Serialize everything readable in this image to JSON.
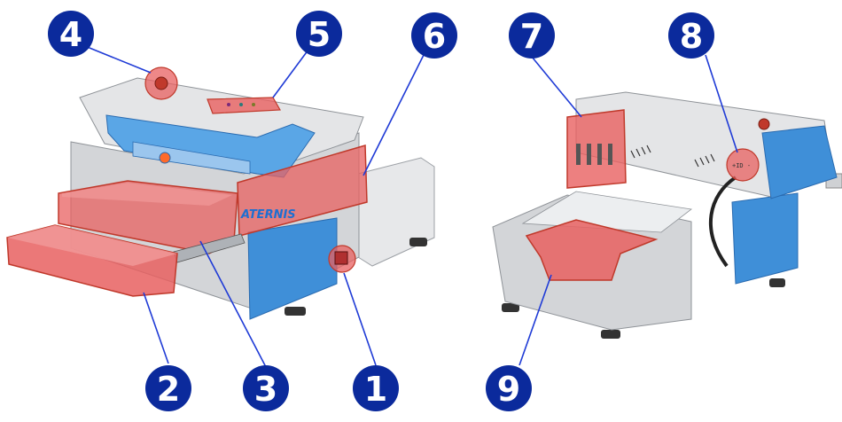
{
  "brand_text": "ATERNIS",
  "port_label": "+ID -",
  "colors": {
    "callout_fill": "#0b2a9c",
    "leader_line": "#1f3bd6",
    "highlight_fill": "#e86060",
    "highlight_stroke": "#c0392b",
    "chassis_blue": "#3f8fd8",
    "chassis_grey": "#d9dadc"
  },
  "callouts": [
    {
      "number": "1",
      "part": "emergency-stop-side-button"
    },
    {
      "number": "2",
      "part": "platen-extension-tray"
    },
    {
      "number": "3",
      "part": "print-platen"
    },
    {
      "number": "4",
      "part": "emergency-stop-top-button"
    },
    {
      "number": "5",
      "part": "control-panel"
    },
    {
      "number": "6",
      "part": "side-panel"
    },
    {
      "number": "7",
      "part": "ink-cartridge-bay"
    },
    {
      "number": "8",
      "part": "cable-port"
    },
    {
      "number": "9",
      "part": "waste-tray"
    }
  ]
}
